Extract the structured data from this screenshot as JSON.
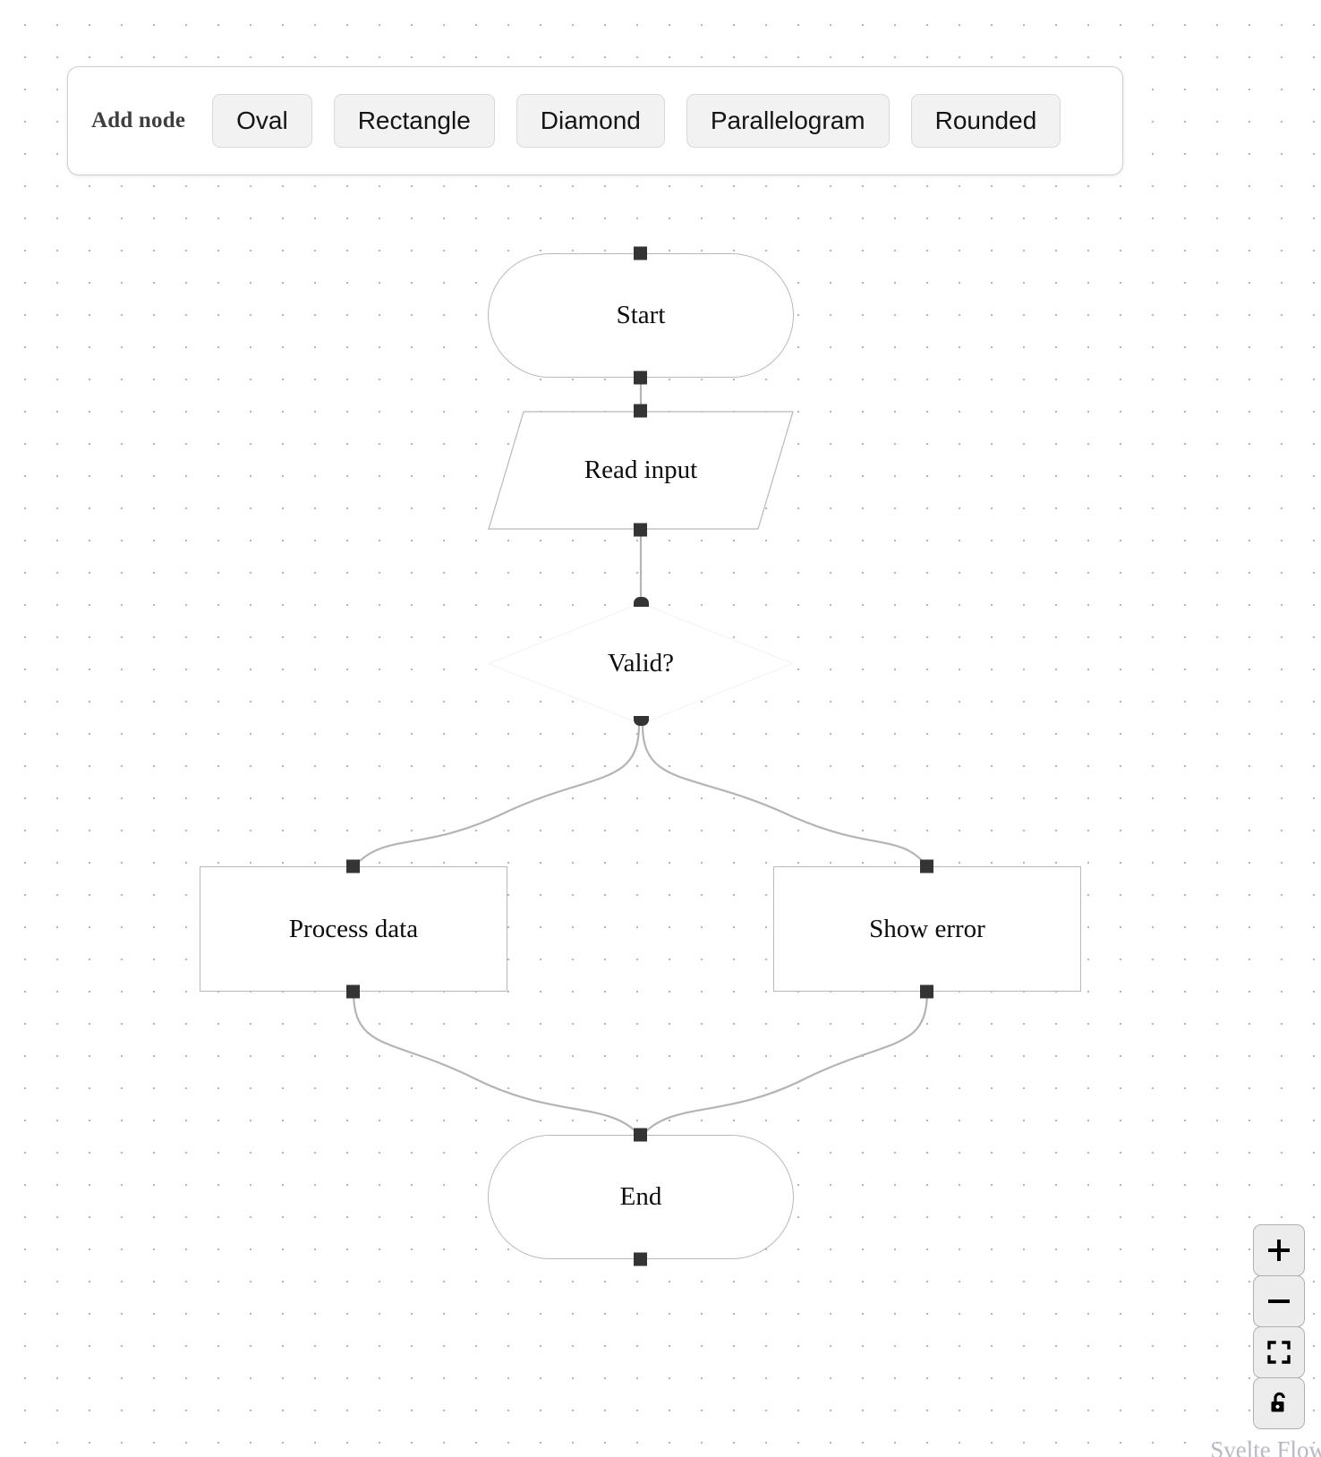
{
  "toolbar": {
    "label": "Add node",
    "buttons": [
      {
        "id": "oval",
        "label": "Oval"
      },
      {
        "id": "rectangle",
        "label": "Rectangle"
      },
      {
        "id": "diamond",
        "label": "Diamond"
      },
      {
        "id": "parallelogram",
        "label": "Parallelogram"
      },
      {
        "id": "rounded",
        "label": "Rounded"
      }
    ]
  },
  "nodes": [
    {
      "id": "start",
      "label": "Start",
      "shape": "oval"
    },
    {
      "id": "read-input",
      "label": "Read input",
      "shape": "parallelogram"
    },
    {
      "id": "valid",
      "label": "Valid?",
      "shape": "diamond"
    },
    {
      "id": "process-data",
      "label": "Process data",
      "shape": "rectangle"
    },
    {
      "id": "show-error",
      "label": "Show error",
      "shape": "rectangle"
    },
    {
      "id": "end",
      "label": "End",
      "shape": "oval"
    }
  ],
  "edges": [
    {
      "id": "e1",
      "from": "start",
      "to": "read-input"
    },
    {
      "id": "e2",
      "from": "read-input",
      "to": "valid"
    },
    {
      "id": "e3",
      "from": "valid",
      "to": "process-data"
    },
    {
      "id": "e4",
      "from": "valid",
      "to": "show-error"
    },
    {
      "id": "e5",
      "from": "process-data",
      "to": "end"
    },
    {
      "id": "e6",
      "from": "show-error",
      "to": "end"
    }
  ],
  "controls": [
    {
      "id": "zoom-in",
      "icon": "plus-icon",
      "title": "zoom in"
    },
    {
      "id": "zoom-out",
      "icon": "minus-icon",
      "title": "zoom out"
    },
    {
      "id": "fit-view",
      "icon": "fit-view-icon",
      "title": "fit view"
    },
    {
      "id": "lock",
      "icon": "unlock-icon",
      "title": "toggle interactivity"
    }
  ],
  "attribution": {
    "text": "Svelte Flow"
  },
  "colors": {
    "node_border": "#b9b9b9",
    "edge": "#b4b4b4",
    "handle": "#343434",
    "dot_grid": "#b4b4b4",
    "panel_bg": "#ffffff",
    "button_bg": "#f2f2f2",
    "control_bg": "#ececec",
    "attribution": "#b9b9c6"
  }
}
